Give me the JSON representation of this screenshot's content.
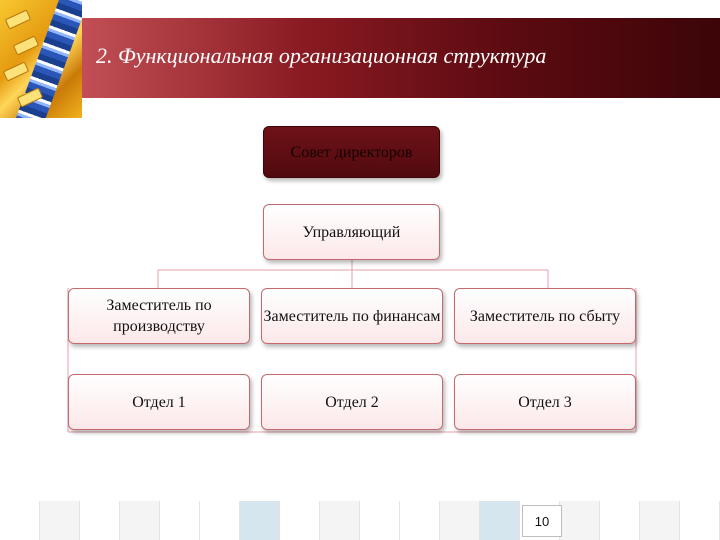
{
  "header": {
    "title": "2. Функциональная организационная структура"
  },
  "org_chart": {
    "board": "Совет директоров",
    "manager": "Управляющий",
    "deputies": [
      "Заместитель по производству",
      "Заместитель по финансам",
      "Заместитель по сбыту"
    ],
    "departments": [
      "Отдел 1",
      "Отдел 2",
      "Отдел 3"
    ]
  },
  "footer": {
    "page_number": "10"
  },
  "colors": {
    "banner_dark": "#3c0508",
    "banner_light": "#c14f55",
    "box_border": "#c46a6f",
    "box_fill": "#fce8e9",
    "connector": "#e2a2a6"
  }
}
